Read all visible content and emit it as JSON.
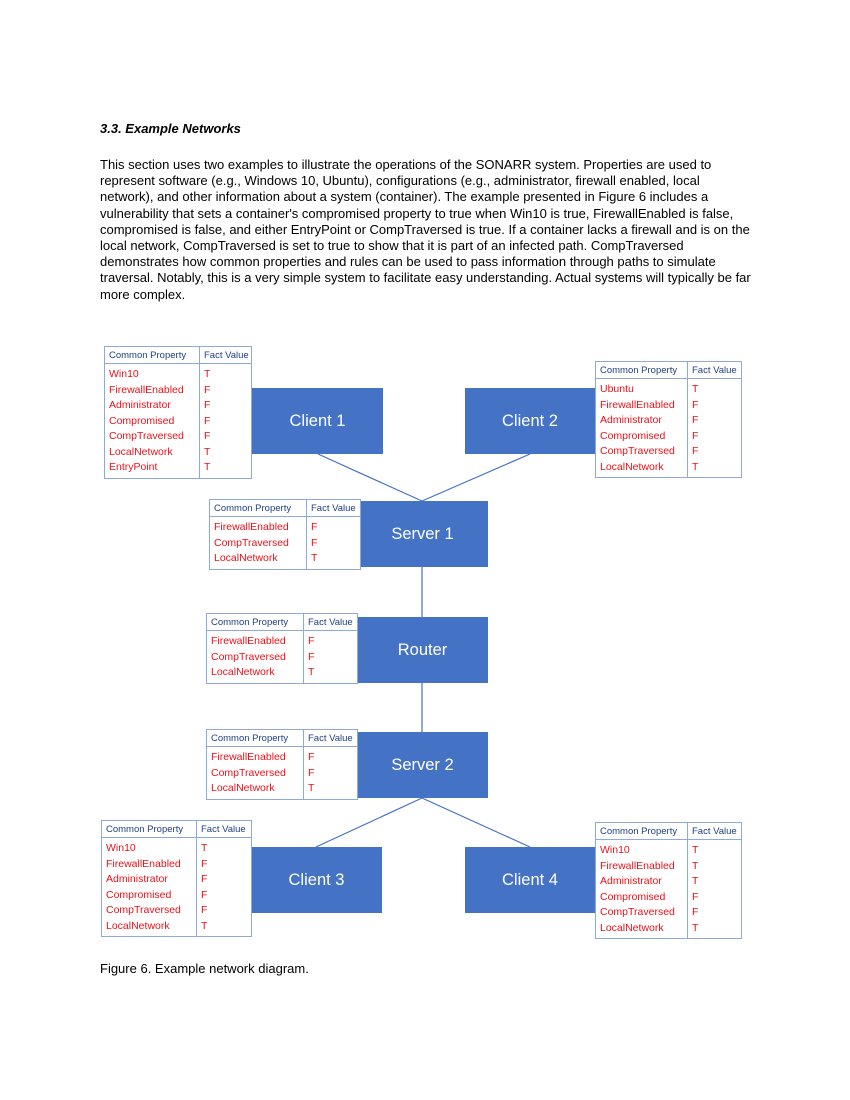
{
  "section_heading": "3.3. Example Networks",
  "paragraph": "This section uses two examples to illustrate the operations of the SONARR system. Properties are used to represent software (e.g., Windows 10, Ubuntu), configurations (e.g., administrator, firewall enabled, local network), and other information about a system (container). The example presented in Figure 6 includes a vulnerability that sets a container's compromised property to true when Win10 is true, FirewallEnabled is false, compromised is false, and either EntryPoint or CompTraversed is true. If a container lacks a firewall and is on the local network, CompTraversed is set to true to show that it is part of an infected path. CompTraversed demonstrates how common properties and rules can be used to pass information through paths to simulate traversal. Notably, this is a very simple system to facilitate easy understanding. Actual systems will typically be far more complex.",
  "caption": "Figure 6. Example network diagram.",
  "colors": {
    "node_fill": "#4472c4",
    "table_border": "#8ea9db",
    "property_text": "#e8121b",
    "link": "#4472c4"
  },
  "table_headers": {
    "property": "Common Property",
    "value": "Fact Value"
  },
  "nodes": {
    "client1": {
      "label": "Client 1",
      "properties": [
        {
          "name": "Win10",
          "value": "T"
        },
        {
          "name": "FirewallEnabled",
          "value": "F"
        },
        {
          "name": "Administrator",
          "value": "F"
        },
        {
          "name": "Compromised",
          "value": "F"
        },
        {
          "name": "CompTraversed",
          "value": "F"
        },
        {
          "name": "LocalNetwork",
          "value": "T"
        },
        {
          "name": "EntryPoint",
          "value": "T"
        }
      ]
    },
    "client2": {
      "label": "Client 2",
      "properties": [
        {
          "name": "Ubuntu",
          "value": "T"
        },
        {
          "name": "FirewallEnabled",
          "value": "F"
        },
        {
          "name": "Administrator",
          "value": "F"
        },
        {
          "name": "Compromised",
          "value": "F"
        },
        {
          "name": "CompTraversed",
          "value": "F"
        },
        {
          "name": "LocalNetwork",
          "value": "T"
        }
      ]
    },
    "server1": {
      "label": "Server 1",
      "properties": [
        {
          "name": "FirewallEnabled",
          "value": "F"
        },
        {
          "name": "CompTraversed",
          "value": "F"
        },
        {
          "name": "LocalNetwork",
          "value": "T"
        }
      ]
    },
    "router": {
      "label": "Router",
      "properties": [
        {
          "name": "FirewallEnabled",
          "value": "F"
        },
        {
          "name": "CompTraversed",
          "value": "F"
        },
        {
          "name": "LocalNetwork",
          "value": "T"
        }
      ]
    },
    "server2": {
      "label": "Server 2",
      "properties": [
        {
          "name": "FirewallEnabled",
          "value": "F"
        },
        {
          "name": "CompTraversed",
          "value": "F"
        },
        {
          "name": "LocalNetwork",
          "value": "T"
        }
      ]
    },
    "client3": {
      "label": "Client 3",
      "properties": [
        {
          "name": "Win10",
          "value": "T"
        },
        {
          "name": "FirewallEnabled",
          "value": "F"
        },
        {
          "name": "Administrator",
          "value": "F"
        },
        {
          "name": "Compromised",
          "value": "F"
        },
        {
          "name": "CompTraversed",
          "value": "F"
        },
        {
          "name": "LocalNetwork",
          "value": "T"
        }
      ]
    },
    "client4": {
      "label": "Client 4",
      "properties": [
        {
          "name": "Win10",
          "value": "T"
        },
        {
          "name": "FirewallEnabled",
          "value": "T"
        },
        {
          "name": "Administrator",
          "value": "T"
        },
        {
          "name": "Compromised",
          "value": "F"
        },
        {
          "name": "CompTraversed",
          "value": "F"
        },
        {
          "name": "LocalNetwork",
          "value": "T"
        }
      ]
    }
  }
}
